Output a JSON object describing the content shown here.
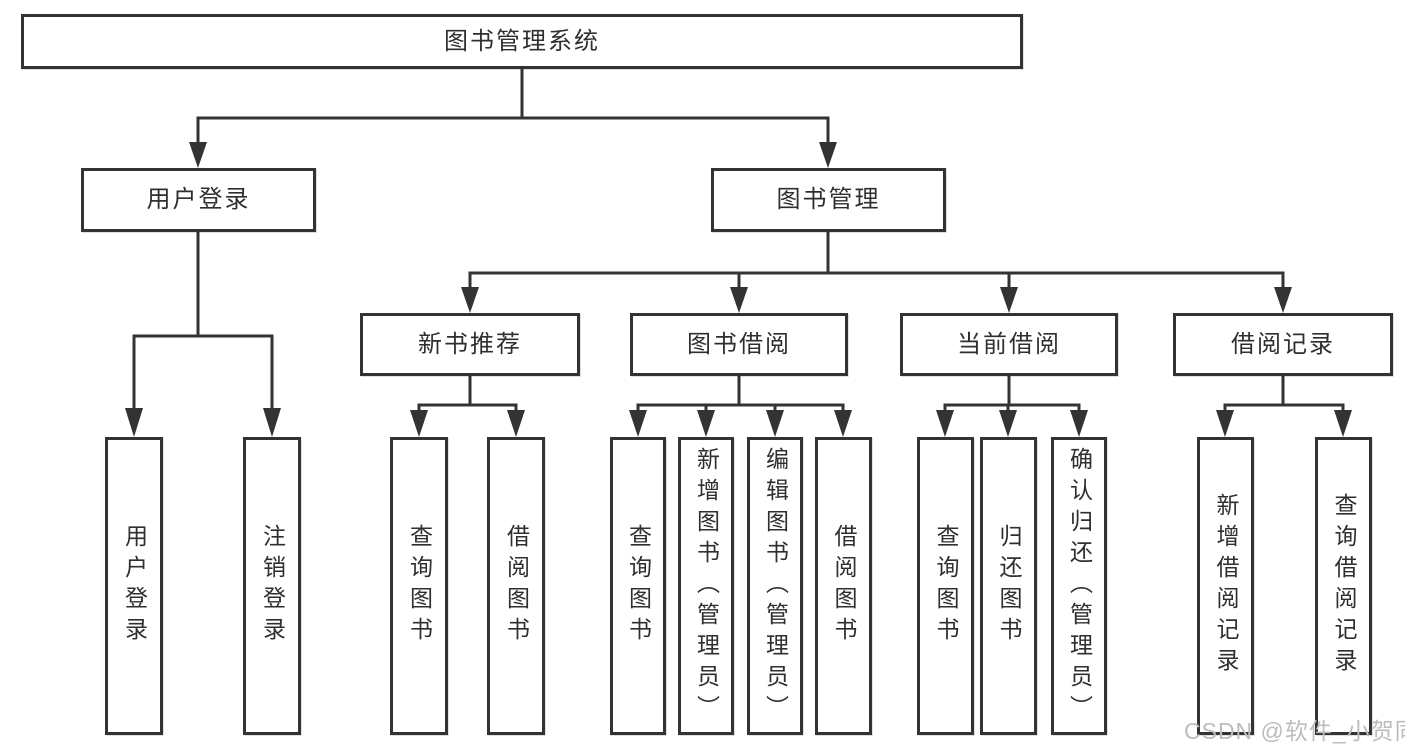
{
  "diagram": {
    "root": {
      "label": "图书管理系统"
    },
    "level2": [
      {
        "label": "用户登录"
      },
      {
        "label": "图书管理"
      }
    ],
    "level3": [
      {
        "label": "新书推荐"
      },
      {
        "label": "图书借阅"
      },
      {
        "label": "当前借阅"
      },
      {
        "label": "借阅记录"
      }
    ],
    "leaves": [
      {
        "label": "用户登录"
      },
      {
        "label": "注销登录"
      },
      {
        "label": "查询图书"
      },
      {
        "label": "借阅图书"
      },
      {
        "label": "查询图书"
      },
      {
        "label": "新增图书（管理员）"
      },
      {
        "label": "编辑图书（管理员）"
      },
      {
        "label": "借阅图书"
      },
      {
        "label": "查询图书"
      },
      {
        "label": "归还图书"
      },
      {
        "label": "确认归还（管理员）"
      },
      {
        "label": "新增借阅记录"
      },
      {
        "label": "查询借阅记录"
      }
    ]
  },
  "watermark": {
    "text": "CSDN @软件_小贺同学"
  },
  "colors": {
    "line": "#333333",
    "box_border": "#333333",
    "text": "#2f2f2f",
    "background": "#ffffff",
    "watermark": "#bcbcbc"
  }
}
